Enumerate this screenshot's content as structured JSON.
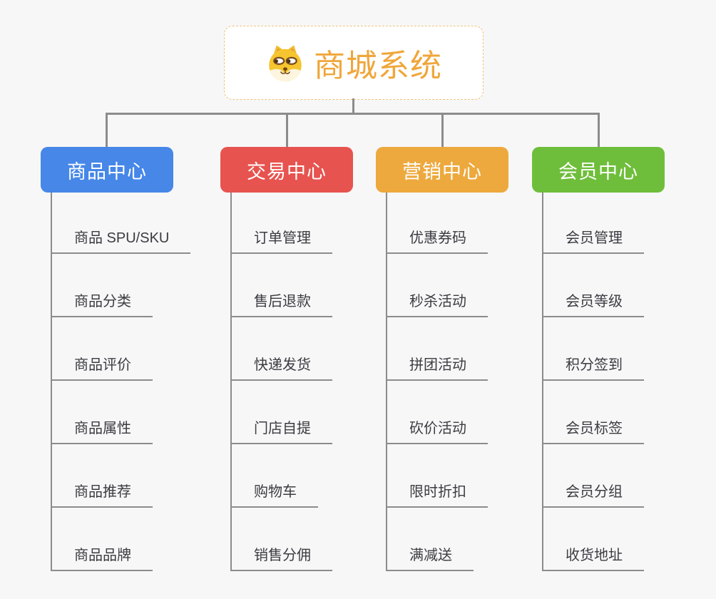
{
  "canvas": {
    "background": "#F7F7F7",
    "connector_color": "#8C8C8C"
  },
  "root": {
    "label": "商城系统",
    "icon": "doge-icon",
    "text_color": "#F0A63A",
    "border_color": "#EFC27B"
  },
  "branches": [
    {
      "label": "商品中心",
      "color": "#4687E8",
      "items": [
        "商品 SPU/SKU",
        "商品分类",
        "商品评价",
        "商品属性",
        "商品推荐",
        "商品品牌"
      ]
    },
    {
      "label": "交易中心",
      "color": "#E7534F",
      "items": [
        "订单管理",
        "售后退款",
        "快递发货",
        "门店自提",
        "购物车",
        "销售分佣"
      ]
    },
    {
      "label": "营销中心",
      "color": "#EDA93D",
      "items": [
        "优惠券码",
        "秒杀活动",
        "拼团活动",
        "砍价活动",
        "限时折扣",
        "满减送"
      ]
    },
    {
      "label": "会员中心",
      "color": "#6FBE3B",
      "items": [
        "会员管理",
        "会员等级",
        "积分签到",
        "会员标签",
        "会员分组",
        "收货地址"
      ]
    }
  ]
}
